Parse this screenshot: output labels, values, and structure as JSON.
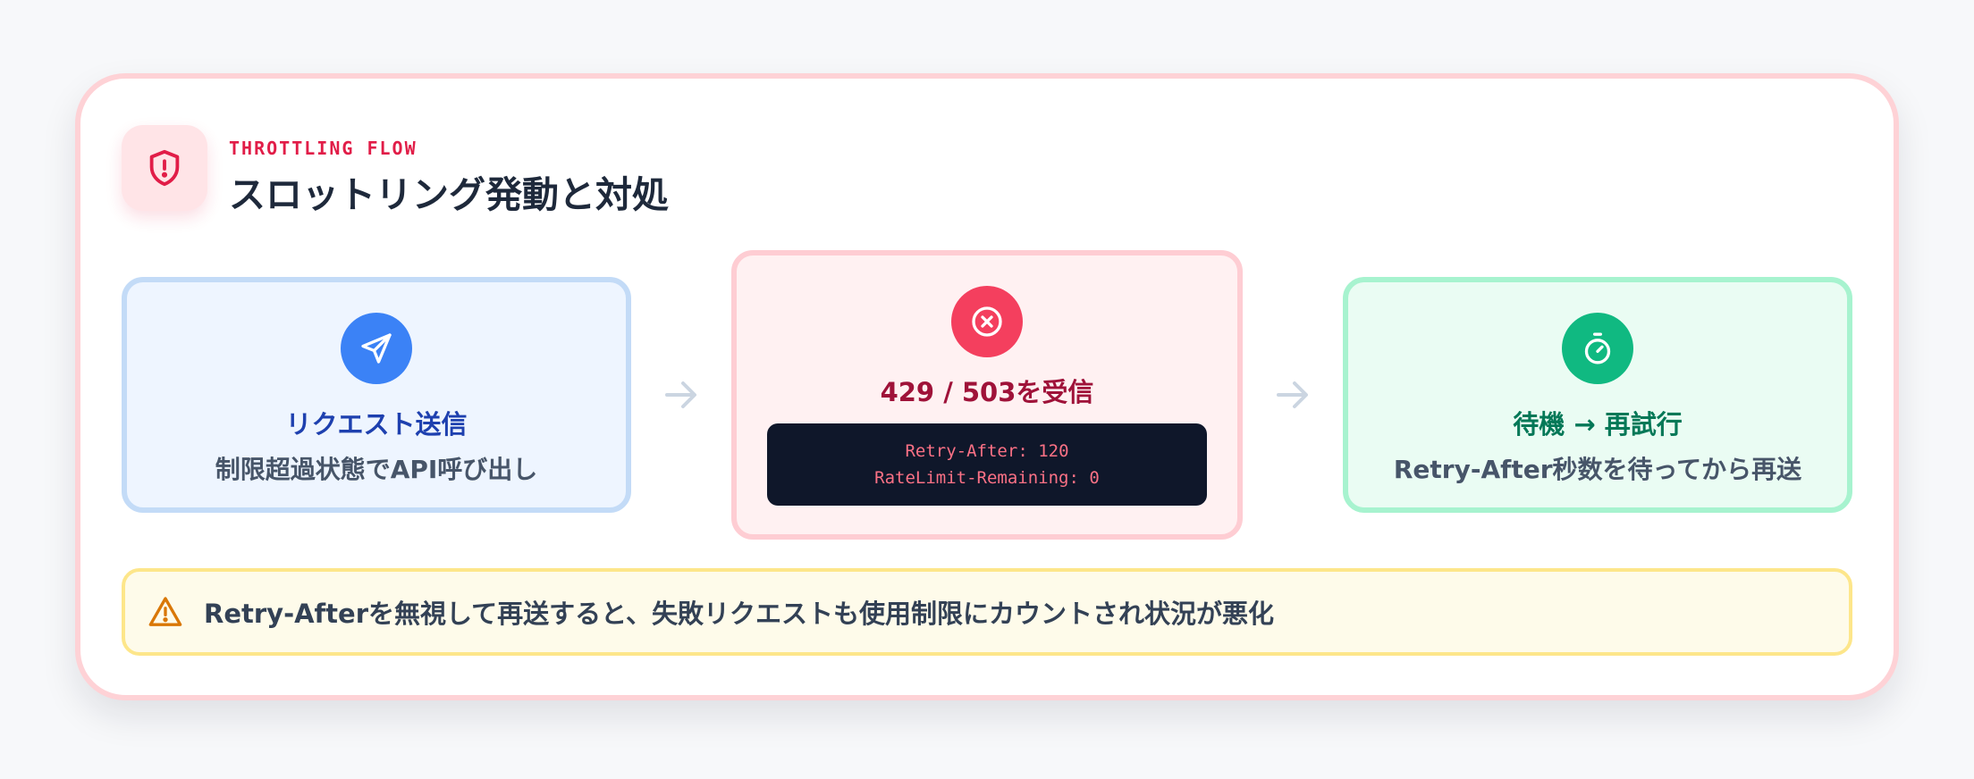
{
  "header": {
    "eyebrow": "THROTTLING FLOW",
    "title": "スロットリング発動と対処",
    "icon": "shield-alert-icon",
    "accent_color": "#e11d48"
  },
  "steps": [
    {
      "icon": "send-icon",
      "title": "リクエスト送信",
      "description": "制限超過状態でAPI呼び出し",
      "color": "#3b82f6"
    },
    {
      "icon": "x-circle-icon",
      "title": "429 / 503を受信",
      "code_lines": [
        "Retry-After: 120",
        "RateLimit-Remaining: 0"
      ],
      "color": "#f43f5e"
    },
    {
      "icon": "timer-icon",
      "title": "待機 → 再試行",
      "description": "Retry-After秒数を待ってから再送",
      "color": "#10b981"
    }
  ],
  "connectors": [
    "arrow-right-icon",
    "arrow-right-icon"
  ],
  "warning": {
    "icon": "warning-triangle-icon",
    "text": "Retry-Afterを無視して再送すると、失敗リクエストも使用制限にカウントされ状況が悪化",
    "color": "#d97706"
  }
}
